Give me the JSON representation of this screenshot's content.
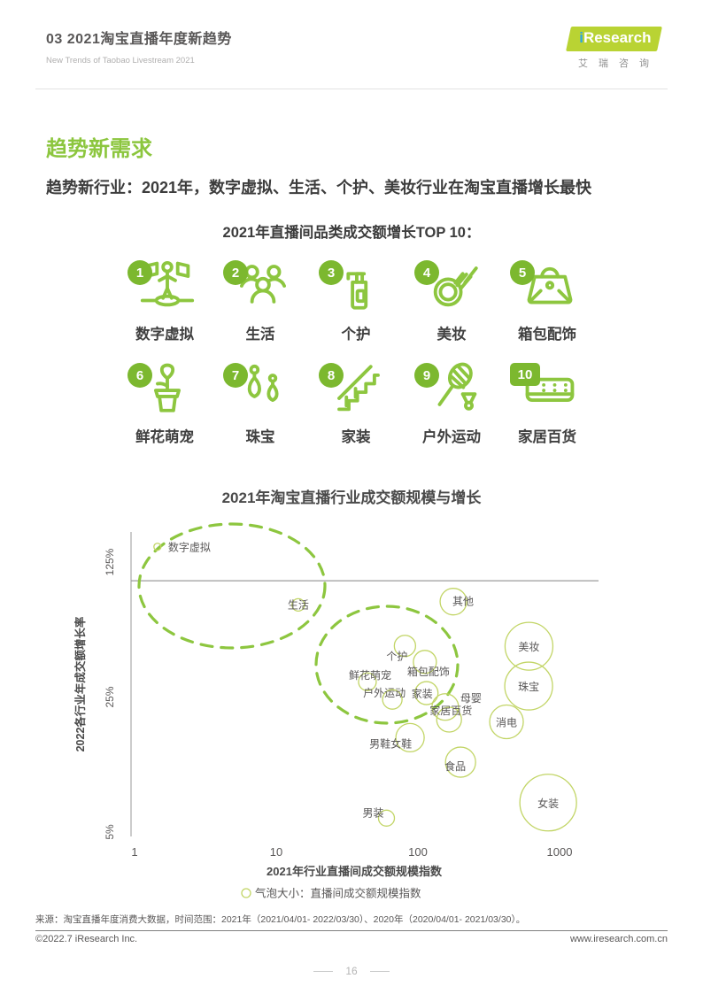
{
  "header": {
    "title": "03 2021淘宝直播年度新趋势",
    "subtitle": "New Trends of Taobao Livestream 2021",
    "logo": {
      "brand_i": "i",
      "brand_rest": "Research",
      "cn": "艾瑞咨询"
    }
  },
  "section": {
    "heading": "趋势新需求",
    "lead": "趋势新行业：2021年，数字虚拟、生活、个护、美妆行业在淘宝直播增长最快"
  },
  "top10": {
    "title": "2021年直播间品类成交额增长TOP 10：",
    "items": [
      {
        "rank": "1",
        "label": "数字虚拟",
        "icon": "hologram-person-icon"
      },
      {
        "rank": "2",
        "label": "生活",
        "icon": "family-icon"
      },
      {
        "rank": "3",
        "label": "个护",
        "icon": "pump-bottle-icon"
      },
      {
        "rank": "4",
        "label": "美妆",
        "icon": "makeup-brush-icon"
      },
      {
        "rank": "5",
        "label": "箱包配饰",
        "icon": "handbag-icon"
      },
      {
        "rank": "6",
        "label": "鲜花萌宠",
        "icon": "flower-pot-icon"
      },
      {
        "rank": "7",
        "label": "珠宝",
        "icon": "earrings-icon"
      },
      {
        "rank": "8",
        "label": "家装",
        "icon": "stairs-icon"
      },
      {
        "rank": "9",
        "label": "户外运动",
        "icon": "racket-icon"
      },
      {
        "rank": "10",
        "label": "家居百货",
        "icon": "mattress-icon"
      }
    ]
  },
  "chart_data": {
    "type": "scatter",
    "title": "2021年淘宝直播行业成交额规模与增长",
    "xlabel": "2021年行业直播间成交额规模指数",
    "ylabel": "2022各行业年成交额增长率",
    "legend": "气泡大小：直播间成交额规模指数",
    "x_scale": "log10",
    "y_scale": "log5",
    "x_ticks": [
      "1",
      "10",
      "100",
      "1000"
    ],
    "x_tick_values": [
      1,
      10,
      100,
      1000
    ],
    "y_ticks": [
      "5%",
      "25%",
      "125%"
    ],
    "y_tick_values": [
      5,
      25,
      125
    ],
    "ref_line_y": 100,
    "grid": false,
    "bubble_size_note": "radius in px encodes 直播间成交额规模指数",
    "points": [
      {
        "label": "数字虚拟",
        "x": 1.45,
        "y": 150,
        "r": 4,
        "dx": 12,
        "dy": 5,
        "anchor": "start"
      },
      {
        "label": "生活",
        "x": 14.3,
        "y": 75,
        "r": 7,
        "dx": 0,
        "dy": 4
      },
      {
        "label": "其他",
        "x": 178,
        "y": 78,
        "r": 15,
        "dx": 11,
        "dy": 4
      },
      {
        "label": "个护",
        "x": 81,
        "y": 46,
        "r": 12,
        "dx": -9,
        "dy": 16
      },
      {
        "label": "箱包配饰",
        "x": 112,
        "y": 38,
        "r": 13,
        "dx": 4,
        "dy": 15
      },
      {
        "label": "鲜花萌宠",
        "x": 44,
        "y": 30,
        "r": 10,
        "dx": 3,
        "dy": -3
      },
      {
        "label": "户外运动",
        "x": 66,
        "y": 24.3,
        "r": 11,
        "dx": -9,
        "dy": -3
      },
      {
        "label": "家装",
        "x": 115,
        "y": 26.2,
        "r": 13,
        "dx": -5,
        "dy": 5
      },
      {
        "label": "母婴",
        "x": 156,
        "y": 22.2,
        "r": 15,
        "dx": 29,
        "dy": -6
      },
      {
        "label": "家居百货",
        "x": 166,
        "y": 19.1,
        "r": 14,
        "dx": 2,
        "dy": -6
      },
      {
        "label": "消电",
        "x": 422,
        "y": 18.6,
        "r": 19,
        "dx": 0,
        "dy": 5
      },
      {
        "label": "珠宝",
        "x": 605,
        "y": 28.5,
        "r": 27,
        "dx": 0,
        "dy": 5
      },
      {
        "label": "美妆",
        "x": 608,
        "y": 45.8,
        "r": 27,
        "dx": 0,
        "dy": 5
      },
      {
        "label": "男鞋女鞋",
        "x": 88,
        "y": 15.4,
        "r": 16,
        "dx": -22,
        "dy": 11
      },
      {
        "label": "食品",
        "x": 200,
        "y": 11.5,
        "r": 17,
        "dx": -6,
        "dy": 9
      },
      {
        "label": "男装",
        "x": 60,
        "y": 5.9,
        "r": 9,
        "dx": -15,
        "dy": -2
      },
      {
        "label": "女装",
        "x": 831,
        "y": 7.1,
        "r": 32,
        "dx": 0,
        "dy": 5
      }
    ],
    "annotations": [
      {
        "type": "dashed-ellipse",
        "cx": 262,
        "cy": 662,
        "rx": 105,
        "ry": 70
      },
      {
        "type": "dashed-ellipse",
        "cx": 437,
        "cy": 751,
        "rx": 80,
        "ry": 66
      }
    ]
  },
  "footer": {
    "source": "来源：淘宝直播年度消费大数据，时间范围：2021年（2021/04/01- 2022/03/30）、2020年（2020/04/01- 2021/03/30）。",
    "copyright": "©2022.7 iResearch Inc.",
    "website": "www.iresearch.com.cn",
    "page": "16"
  }
}
